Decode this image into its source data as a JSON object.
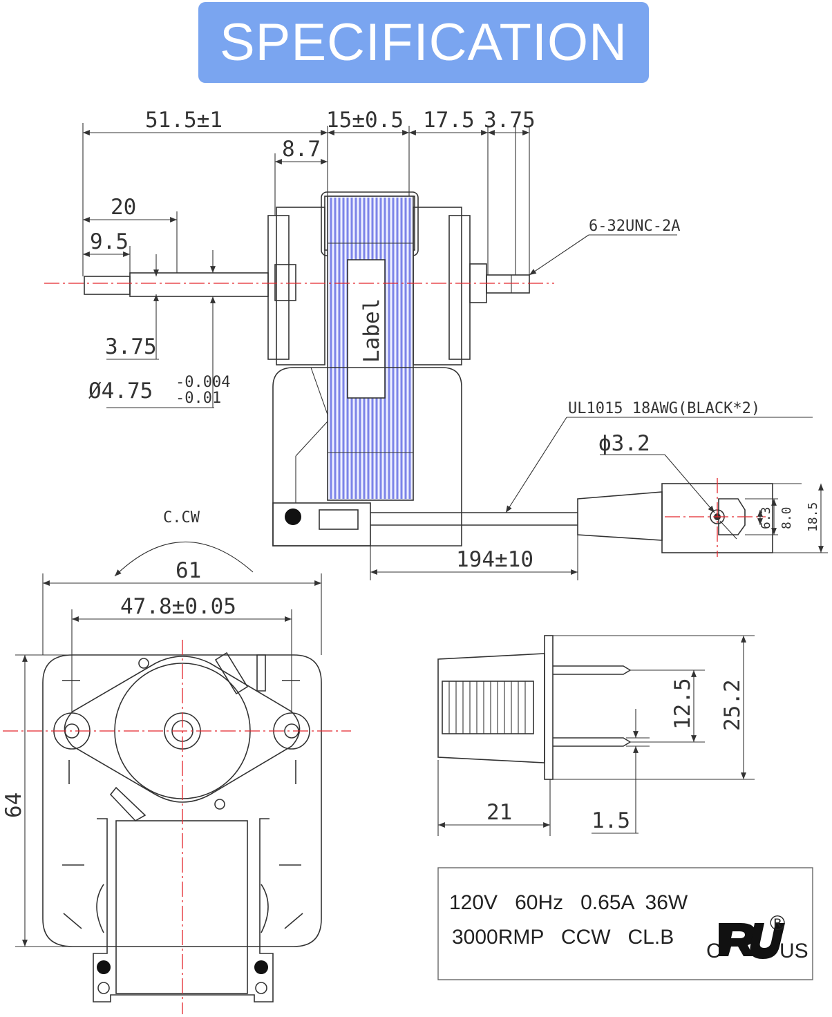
{
  "header": {
    "title": "SPECIFICATION",
    "background": "#7aa5f0"
  },
  "side_view": {
    "dim_overall": "51.5±1",
    "dim_core": "15±0.5",
    "dim_shaft_front": "17.5",
    "dim_thread": "3.75",
    "dim_bearing": "8.7",
    "dim_rear": "20",
    "dim_rear_flat": "9.5",
    "dim_flat_depth": "3.75",
    "dim_shaft_dia": "Ø4.75",
    "tol_upper": "-0.004",
    "tol_lower": "-0.01",
    "thread_spec": "6-32UNC-2A",
    "label_text": "Label",
    "wire_spec": "UL1015  18AWG(BLACK*2)",
    "hole_dia": "ϕ3.2",
    "lead_length": "194±10",
    "term_6_3": "6.3",
    "term_8_0": "8.0",
    "term_18_5": "18.5"
  },
  "front_view": {
    "rotation": "C.CW",
    "width_overall": "61",
    "hole_spacing": "47.8±0.05",
    "height": "64"
  },
  "connector_view": {
    "pin_spacing": "12.5",
    "overall_width": "25.2",
    "body_length": "21",
    "pin_thickness": "1.5"
  },
  "rating_plate": {
    "line1": "120V   60Hz   0.65A  36W",
    "line2": "3000RMP   CCW   CL.B",
    "cert_c": "C",
    "cert_us": "US",
    "cert_reg": "®"
  },
  "colors": {
    "centerline": "#e3262c",
    "coil": "#7c84e8",
    "line": "#333333"
  }
}
